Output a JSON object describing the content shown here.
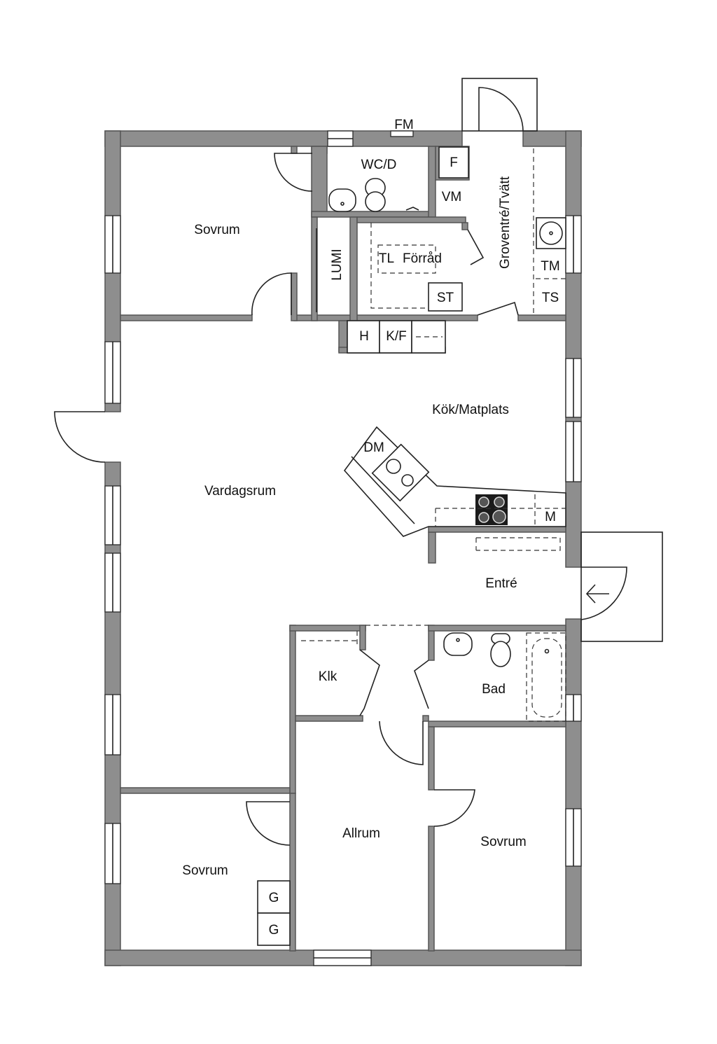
{
  "rooms": {
    "sovrum_nw": "Sovrum",
    "wc": "WC/D",
    "fm": "FM",
    "f": "F",
    "vm": "VM",
    "groventre": "Groventré/Tvätt",
    "lumi": "LUMI",
    "tl": "TL",
    "forrad": "Förråd",
    "st": "ST",
    "tm": "TM",
    "ts": "TS",
    "h": "H",
    "kf": "K/F",
    "kok": "Kök/Matplats",
    "dm": "DM",
    "vardagsrum": "Vardagsrum",
    "m": "M",
    "entre": "Entré",
    "klk": "Klk",
    "bad": "Bad",
    "allrum": "Allrum",
    "sovrum_sw": "Sovrum",
    "sovrum_se": "Sovrum",
    "g1": "G",
    "g2": "G"
  }
}
